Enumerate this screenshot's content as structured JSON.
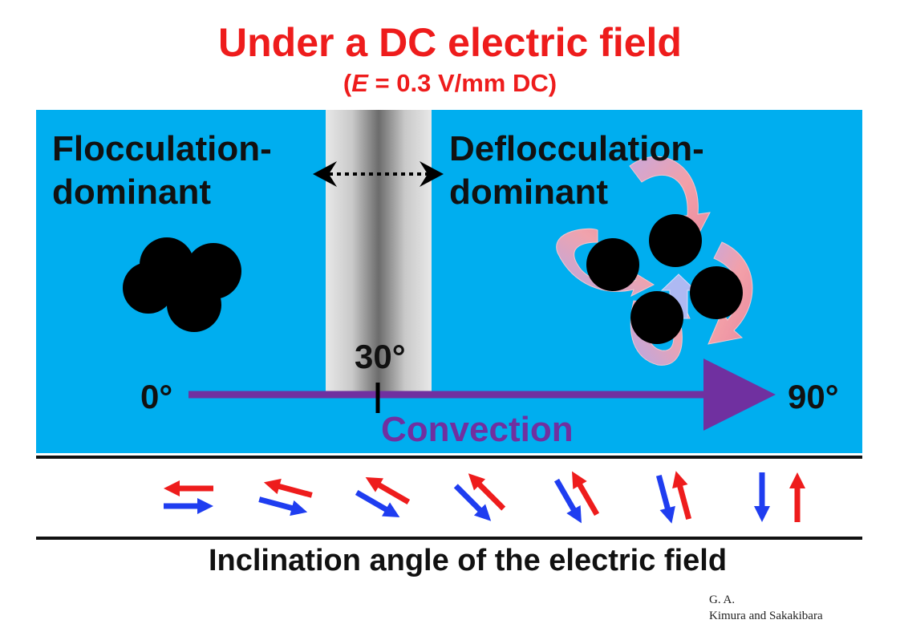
{
  "title": "Under a DC electric field",
  "subtitle": {
    "open": "(",
    "var": "E",
    "rest": " = 0.3 V/mm DC)"
  },
  "regions": {
    "left": "Flocculation-\ndominant",
    "right": "Deflocculation-\ndominant"
  },
  "axis": {
    "start": "0°",
    "mid": "30°",
    "end": "90°",
    "arrow_label": "Convection"
  },
  "caption": "Inclination angle of the electric field",
  "credit": "G. A.\nKimura and Sakakibara",
  "field_arrow_angles_deg": [
    0,
    15,
    30,
    45,
    60,
    75,
    90
  ],
  "colors": {
    "title": "#ee1c1c",
    "panel": "#00aeef",
    "convection": "#7030a0",
    "arrow_red": "#ee1c1c",
    "arrow_blue": "#1f3df0",
    "particle": "#000000"
  }
}
